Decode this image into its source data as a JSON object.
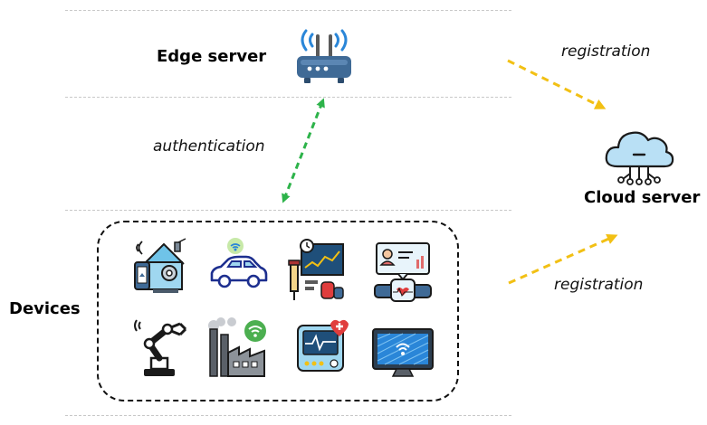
{
  "labels": {
    "edge_server": "Edge server",
    "cloud_server": "Cloud server",
    "devices": "Devices",
    "authentication": "authentication",
    "registration_top": "registration",
    "registration_bottom": "registration"
  },
  "colors": {
    "authentication_arrow": "#2db34a",
    "registration_arrow": "#f2c014",
    "router_body": "#3f6a96",
    "wifi_waves": "#2a86d8",
    "cloud_fill": "#b9e0f5",
    "divider": "#c8c8c8"
  },
  "icons": {
    "edge_server": "wifi-router-icon",
    "cloud_server": "cloud-network-icon",
    "devices": [
      "smart-home-icon",
      "connected-car-icon",
      "medical-monitoring-screen-icon",
      "health-id-card-smartwatch-icon",
      "robotic-arm-icon",
      "smart-factory-icon",
      "heart-monitor-device-icon",
      "smart-tv-monitor-icon"
    ]
  }
}
